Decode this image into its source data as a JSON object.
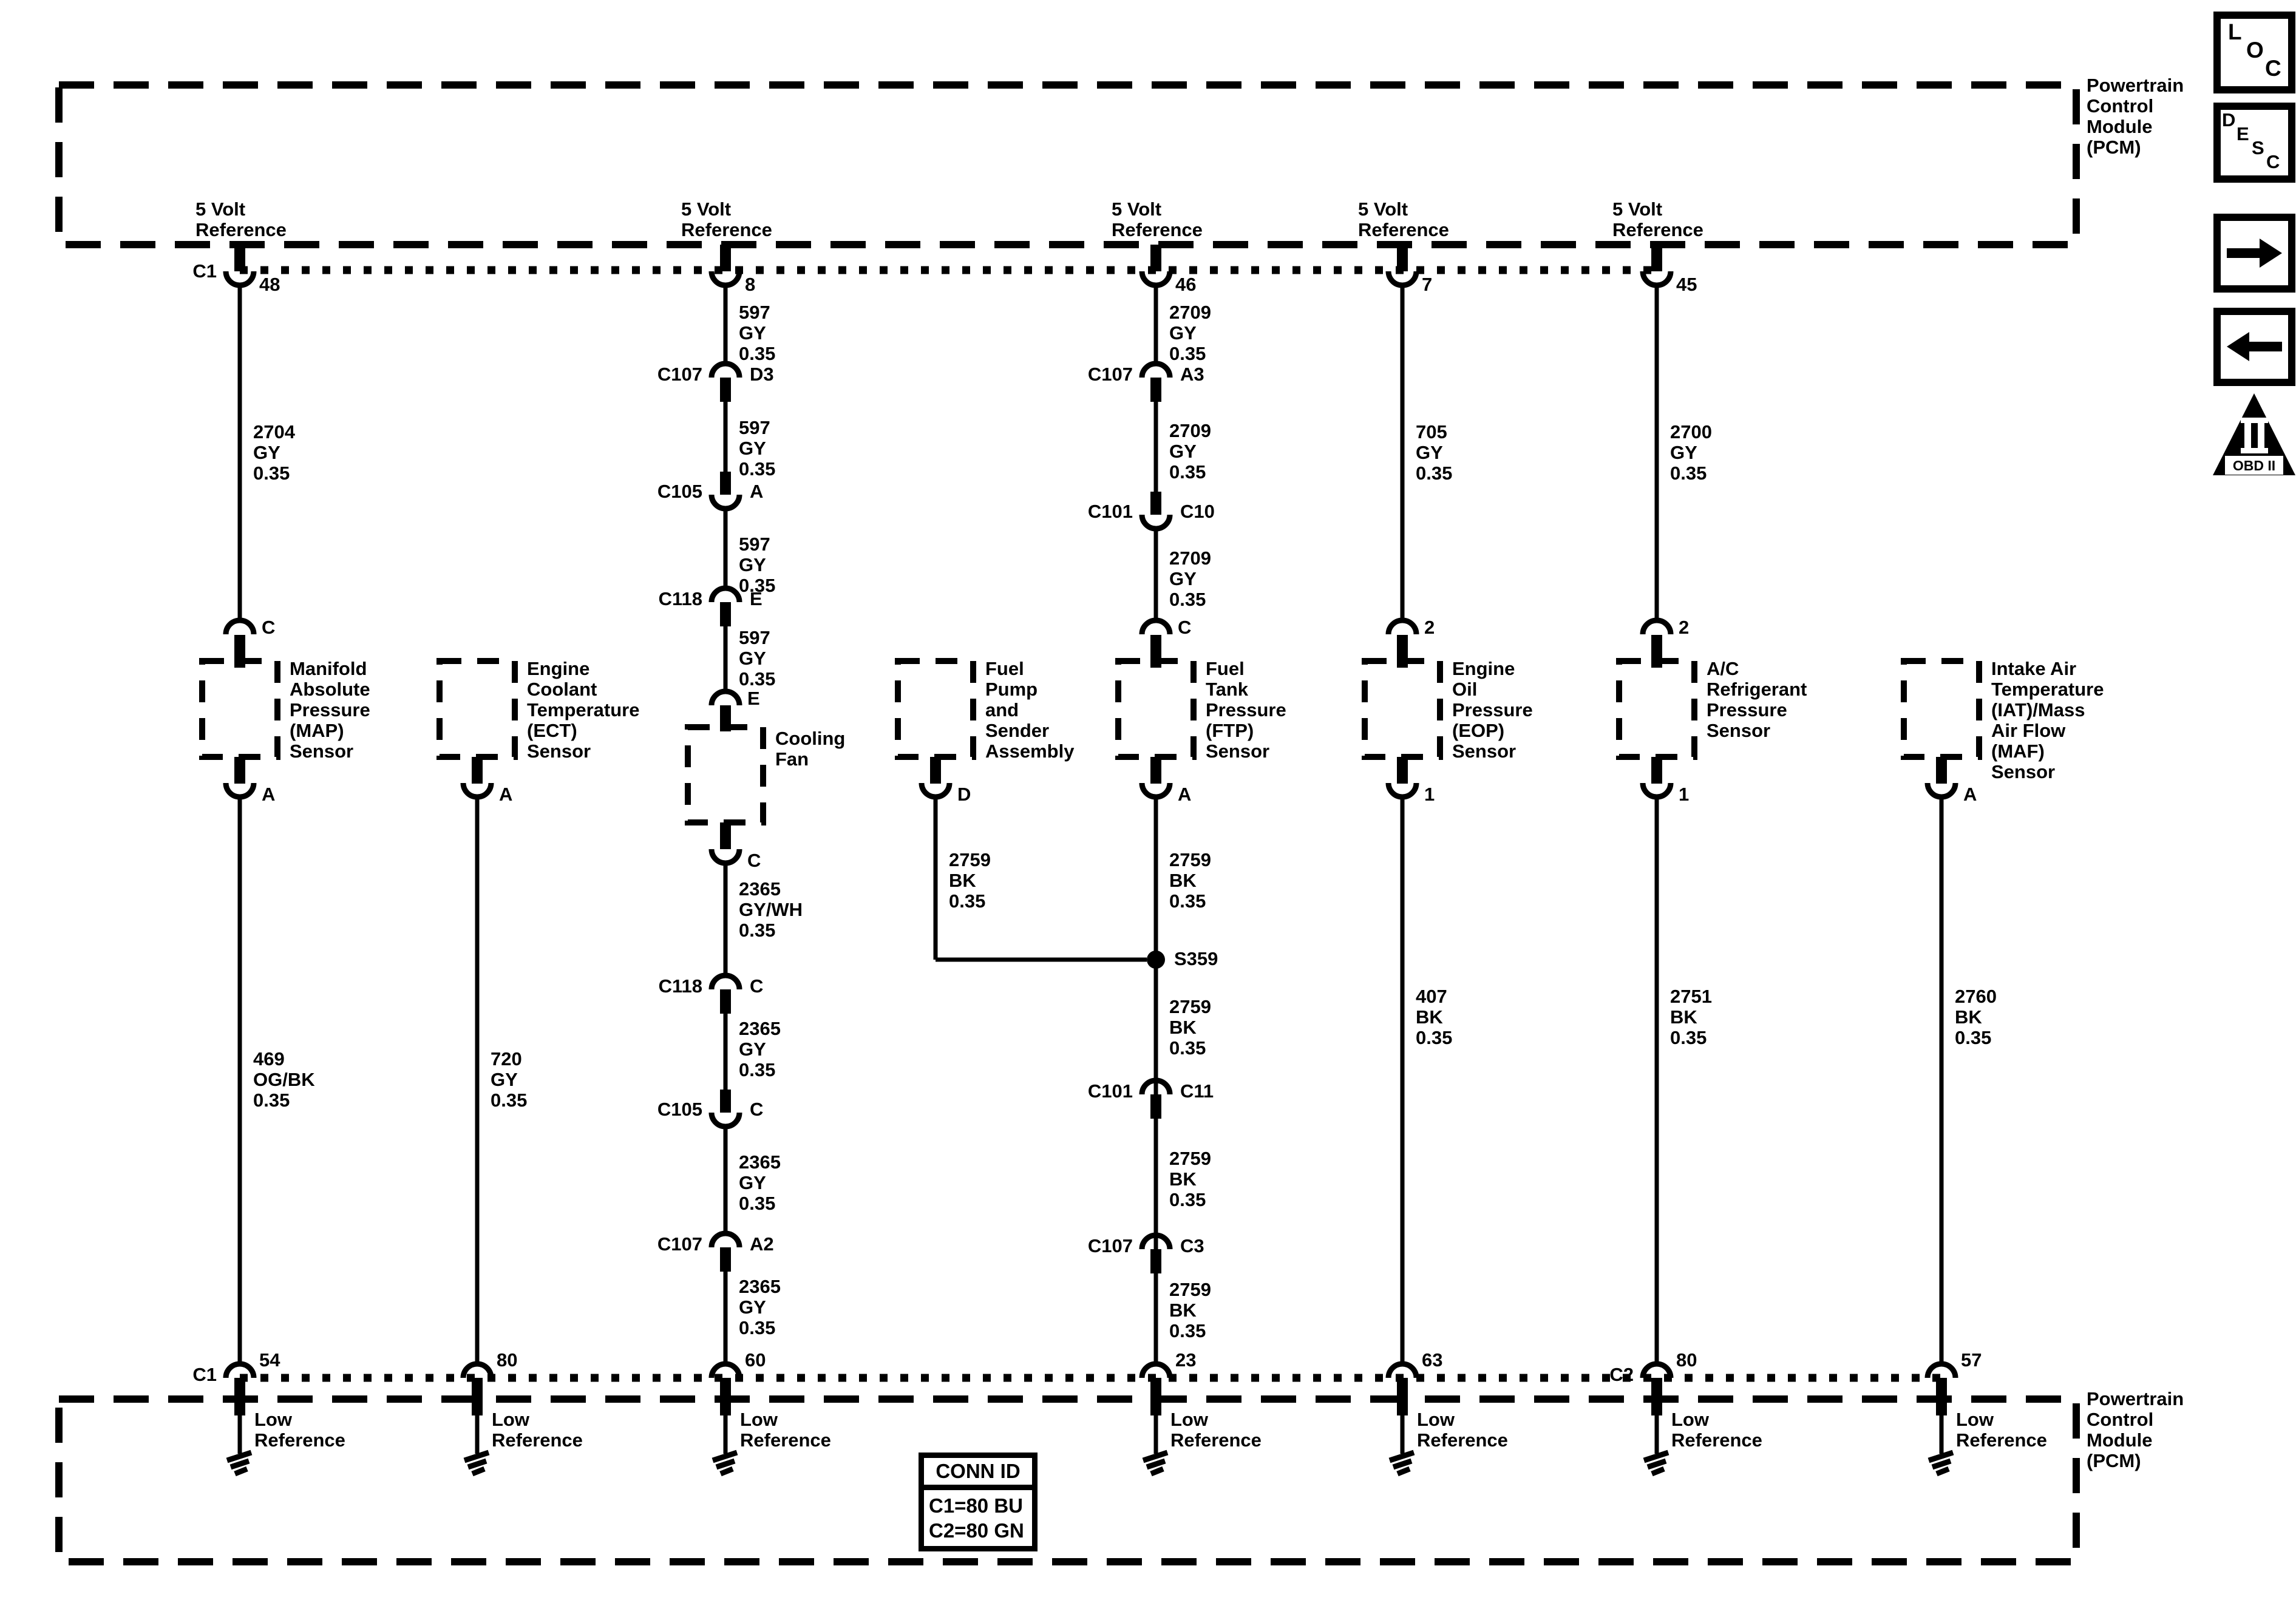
{
  "colors": {
    "ink": "#000000",
    "paper": "#ffffff"
  },
  "pcm": {
    "label": "Powertrain\nControl\nModule\n(PCM)"
  },
  "labels": {
    "five_volt": "5 Volt\nReference",
    "low_ref": "Low\nReference",
    "splice": "S359"
  },
  "conn_id": {
    "title": "CONN ID",
    "row1": "C1=80 BU",
    "row2": "C2=80 GN"
  },
  "icons": {
    "loc_l": "L",
    "loc_o": "O",
    "loc_c": "C",
    "desc_d": "D",
    "desc_e": "E",
    "desc_s": "S",
    "desc_c": "C",
    "obd_label": "OBD II"
  },
  "top_pins": {
    "map_conn": "C1",
    "map": "48",
    "fan": "8",
    "ftp": "46",
    "eop": "7",
    "ac": "45"
  },
  "bottom_pins": {
    "map_conn": "C1",
    "map": "54",
    "ect": "80",
    "fan": "60",
    "ftp": "23",
    "eop": "63",
    "ac_conn": "C2",
    "ac": "80",
    "maf": "57"
  },
  "sensor_pins": {
    "map_top": "C",
    "map_bot": "A",
    "ect_bot": "A",
    "fan_top": "E",
    "fan_bot": "C",
    "pump_bot": "D",
    "ftp_top": "C",
    "ftp_bot": "A",
    "eop_top": "2",
    "eop_bot": "1",
    "ac_top": "2",
    "ac_bot": "1",
    "maf_bot": "A"
  },
  "connectors": {
    "c107_d3_name": "C107",
    "c107_d3_cav": "D3",
    "c105_a_name": "C105",
    "c105_a_cav": "A",
    "c118_e_name": "C118",
    "c118_e_cav": "E",
    "c107_a3_name": "C107",
    "c107_a3_cav": "A3",
    "c101_c10_name": "C101",
    "c101_c10_cav": "C10",
    "c118_c_name": "C118",
    "c118_c_cav": "C",
    "c105_c_name": "C105",
    "c105_c_cav": "C",
    "c107_a2_name": "C107",
    "c107_a2_cav": "A2",
    "c101_c11_name": "C101",
    "c101_c11_cav": "C11",
    "c107_c3_name": "C107",
    "c107_c3_cav": "C3"
  },
  "wires": {
    "map_top": "2704\nGY\n0.35",
    "map_bot": "469\nOG/BK\n0.35",
    "ect": "720\nGY\n0.35",
    "fan_ref": "597\nGY\n0.35",
    "fan_low_wh": "2365\nGY/WH\n0.35",
    "fan_low": "2365\nGY\n0.35",
    "ftp_ref": "2709\nGY\n0.35",
    "ftp_low": "2759\nBK\n0.35",
    "pump": "2759\nBK\n0.35",
    "eop_ref": "705\nGY\n0.35",
    "eop_low": "407\nBK\n0.35",
    "ac_ref": "2700\nGY\n0.35",
    "ac_low": "2751\nBK\n0.35",
    "maf": "2760\nBK\n0.35"
  },
  "sensors": {
    "map": "Manifold\nAbsolute\nPressure\n(MAP)\nSensor",
    "ect": "Engine\nCoolant\nTemperature\n(ECT)\nSensor",
    "fan": "Cooling\nFan",
    "pump": "Fuel\nPump\nand\nSender\nAssembly",
    "ftp": "Fuel\nTank\nPressure\n(FTP)\nSensor",
    "eop": "Engine\nOil\nPressure\n(EOP)\nSensor",
    "ac": "A/C\nRefrigerant\nPressure\nSensor",
    "maf": "Intake Air\nTemperature\n(IAT)/Mass\nAir Flow\n(MAF)\nSensor"
  }
}
